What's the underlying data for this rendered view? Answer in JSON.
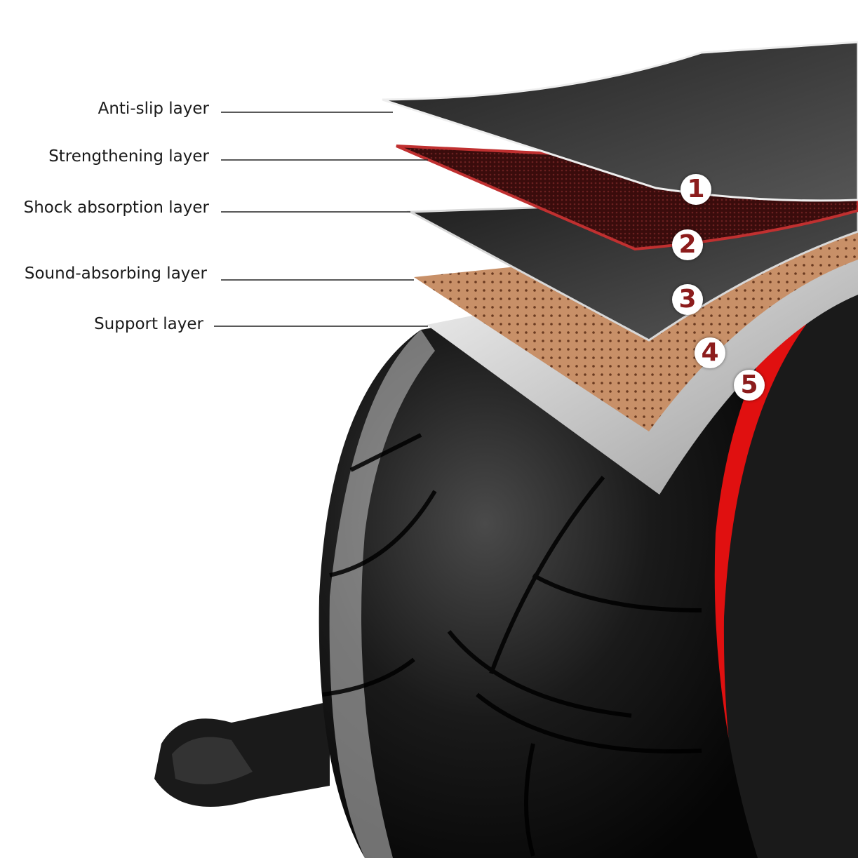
{
  "layers": [
    {
      "number": "1",
      "label": "Anti-slip layer"
    },
    {
      "number": "2",
      "label": "Strengthening layer"
    },
    {
      "number": "3",
      "label": "Shock absorption layer"
    },
    {
      "number": "4",
      "label": "Sound-absorbing layer"
    },
    {
      "number": "5",
      "label": "Support layer"
    }
  ],
  "colors": {
    "rim": "#e01010",
    "tire": "#111111",
    "number": "#8c1c1c",
    "strengthening": "#5a1414",
    "sound": "#b07a50"
  }
}
